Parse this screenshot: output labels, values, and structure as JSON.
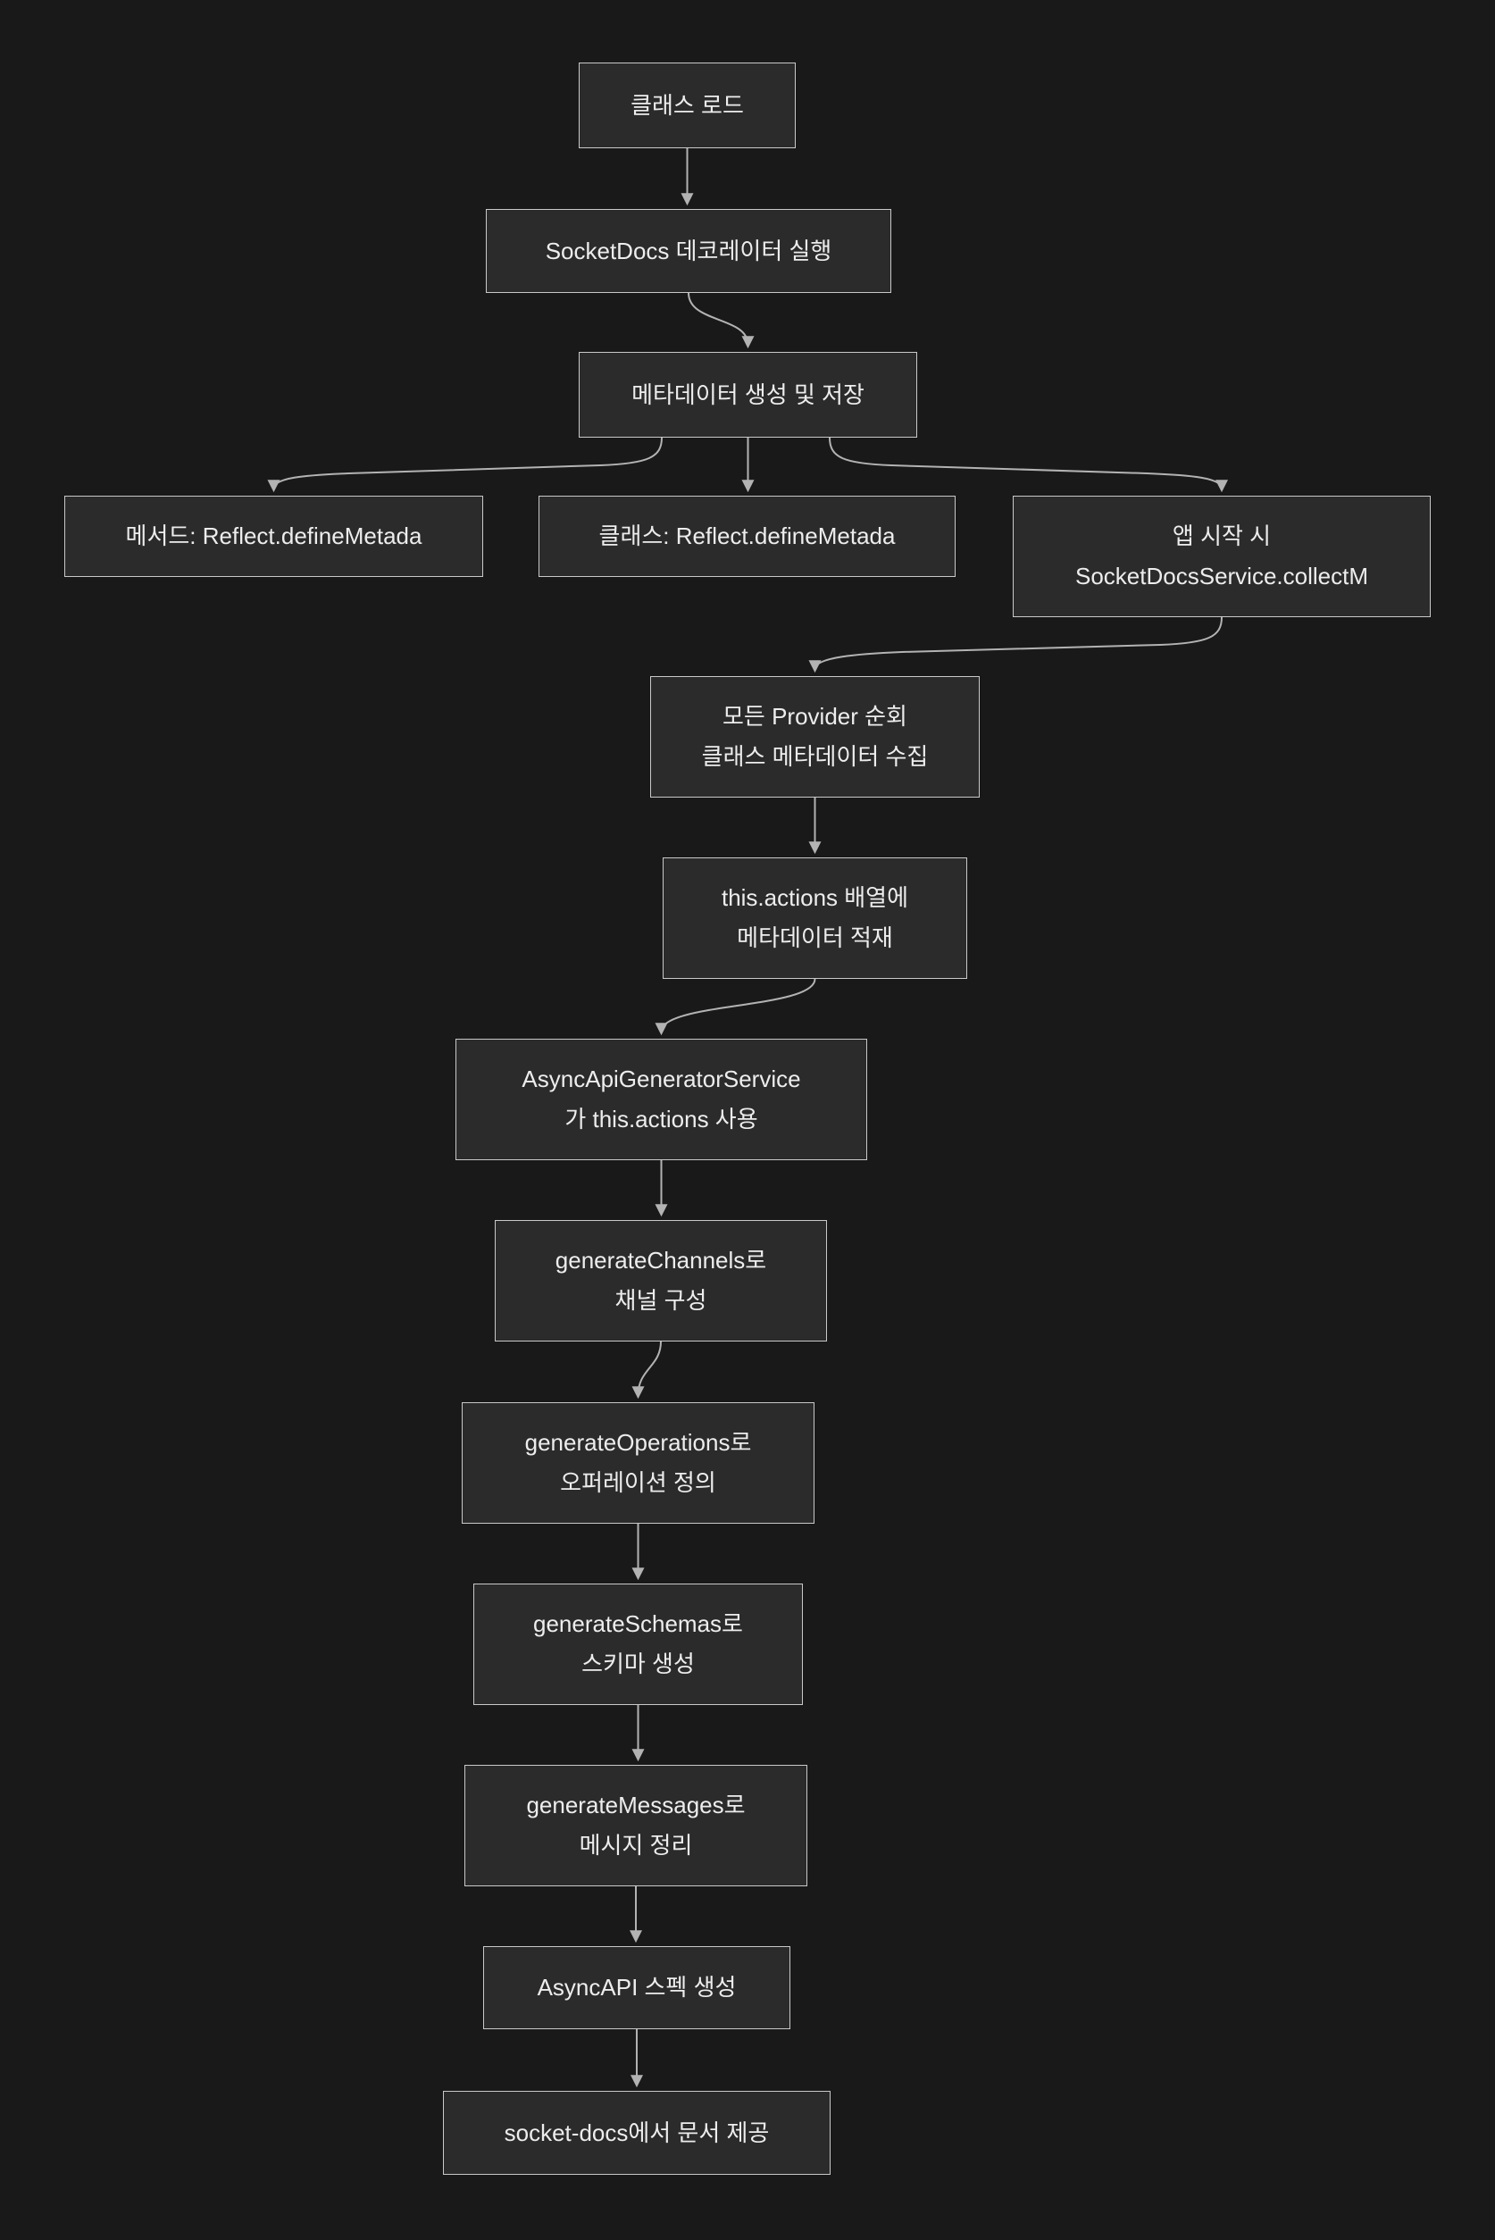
{
  "colors": {
    "background": "#191919",
    "node_fill": "#2b2b2b",
    "node_border": "#c9c9c9",
    "node_text": "#ededed",
    "edge": "#b3b3b3"
  },
  "diagram": {
    "type": "flowchart",
    "direction": "top-down",
    "nodes": [
      {
        "id": "class-load",
        "lines": [
          "클래스 로드"
        ]
      },
      {
        "id": "socketdocs-decorator-run",
        "lines": [
          "SocketDocs 데코레이터 실행"
        ]
      },
      {
        "id": "metadata-create-store",
        "lines": [
          "메타데이터 생성 및 저장"
        ]
      },
      {
        "id": "method-reflect-definemetadata",
        "lines": [
          "메서드: Reflect.defineMetada"
        ]
      },
      {
        "id": "class-reflect-definemetadata",
        "lines": [
          "클래스: Reflect.defineMetada"
        ]
      },
      {
        "id": "app-start-collect-metadata",
        "lines": [
          "앱 시작 시",
          "SocketDocsService.collectM"
        ]
      },
      {
        "id": "provider-iterate-collect",
        "lines": [
          "모든 Provider 순회",
          "클래스 메타데이터 수집"
        ]
      },
      {
        "id": "this-actions-load",
        "lines": [
          "this.actions 배열에",
          "메타데이터 적재"
        ]
      },
      {
        "id": "asyncapi-generator-service",
        "lines": [
          "AsyncApiGeneratorService",
          "가 this.actions 사용"
        ]
      },
      {
        "id": "generate-channels",
        "lines": [
          "generateChannels로",
          "채널 구성"
        ]
      },
      {
        "id": "generate-operations",
        "lines": [
          "generateOperations로",
          "오퍼레이션 정의"
        ]
      },
      {
        "id": "generate-schemas",
        "lines": [
          "generateSchemas로",
          "스키마 생성"
        ]
      },
      {
        "id": "generate-messages",
        "lines": [
          "generateMessages로",
          "메시지 정리"
        ]
      },
      {
        "id": "asyncapi-spec-create",
        "lines": [
          "AsyncAPI 스펙 생성"
        ]
      },
      {
        "id": "socket-docs-serve",
        "lines": [
          "socket-docs에서 문서 제공"
        ]
      }
    ],
    "edges": [
      {
        "from": "class-load",
        "to": "socketdocs-decorator-run"
      },
      {
        "from": "socketdocs-decorator-run",
        "to": "metadata-create-store"
      },
      {
        "from": "metadata-create-store",
        "to": "method-reflect-definemetadata"
      },
      {
        "from": "metadata-create-store",
        "to": "class-reflect-definemetadata"
      },
      {
        "from": "metadata-create-store",
        "to": "app-start-collect-metadata"
      },
      {
        "from": "app-start-collect-metadata",
        "to": "provider-iterate-collect"
      },
      {
        "from": "provider-iterate-collect",
        "to": "this-actions-load"
      },
      {
        "from": "this-actions-load",
        "to": "asyncapi-generator-service"
      },
      {
        "from": "asyncapi-generator-service",
        "to": "generate-channels"
      },
      {
        "from": "generate-channels",
        "to": "generate-operations"
      },
      {
        "from": "generate-operations",
        "to": "generate-schemas"
      },
      {
        "from": "generate-schemas",
        "to": "generate-messages"
      },
      {
        "from": "generate-messages",
        "to": "asyncapi-spec-create"
      },
      {
        "from": "asyncapi-spec-create",
        "to": "socket-docs-serve"
      }
    ]
  }
}
